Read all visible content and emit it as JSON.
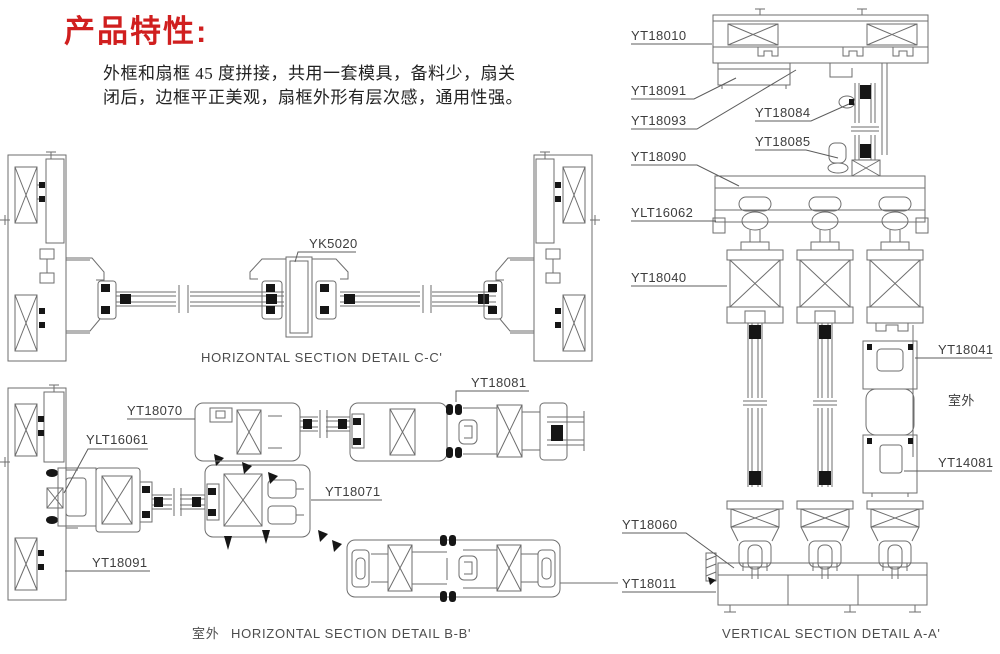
{
  "page": {
    "title": "产品特性:",
    "description": {
      "line1": "外框和扇框 45 度拼接，共用一套模具，备料少，扇关",
      "line2": "闭后，边框平正美观，扇框外形有层次感，通用性强。"
    }
  },
  "sections": {
    "cc": {
      "caption": "HORIZONTAL SECTION DETAIL C-C'",
      "labels": {
        "yk5020": "YK5020"
      }
    },
    "bb": {
      "outdoor": "室外",
      "caption": "HORIZONTAL SECTION DETAIL B-B'",
      "labels": {
        "yt18070": "YT18070",
        "yt18081": "YT18081",
        "ylt16061": "YLT16061",
        "yt18071": "YT18071",
        "yt18091": "YT18091"
      }
    },
    "aa": {
      "caption": "VERTICAL SECTION DETAIL A-A'",
      "outdoor": "室外",
      "labels": {
        "yt18010": "YT18010",
        "yt18091": "YT18091",
        "yt18093": "YT18093",
        "yt18084": "YT18084",
        "yt18085": "YT18085",
        "yt18090": "YT18090",
        "ylt16062": "YLT16062",
        "yt18040": "YT18040",
        "yt18041": "YT18041",
        "yt14081": "YT14081",
        "yt18060": "YT18060",
        "yt18011": "YT18011"
      }
    }
  },
  "colors": {
    "title_red": "#d01f1f",
    "line_gray": "#6e6e6e",
    "label_text": "#3d3d3d",
    "caption_text": "#4d4d4d"
  }
}
